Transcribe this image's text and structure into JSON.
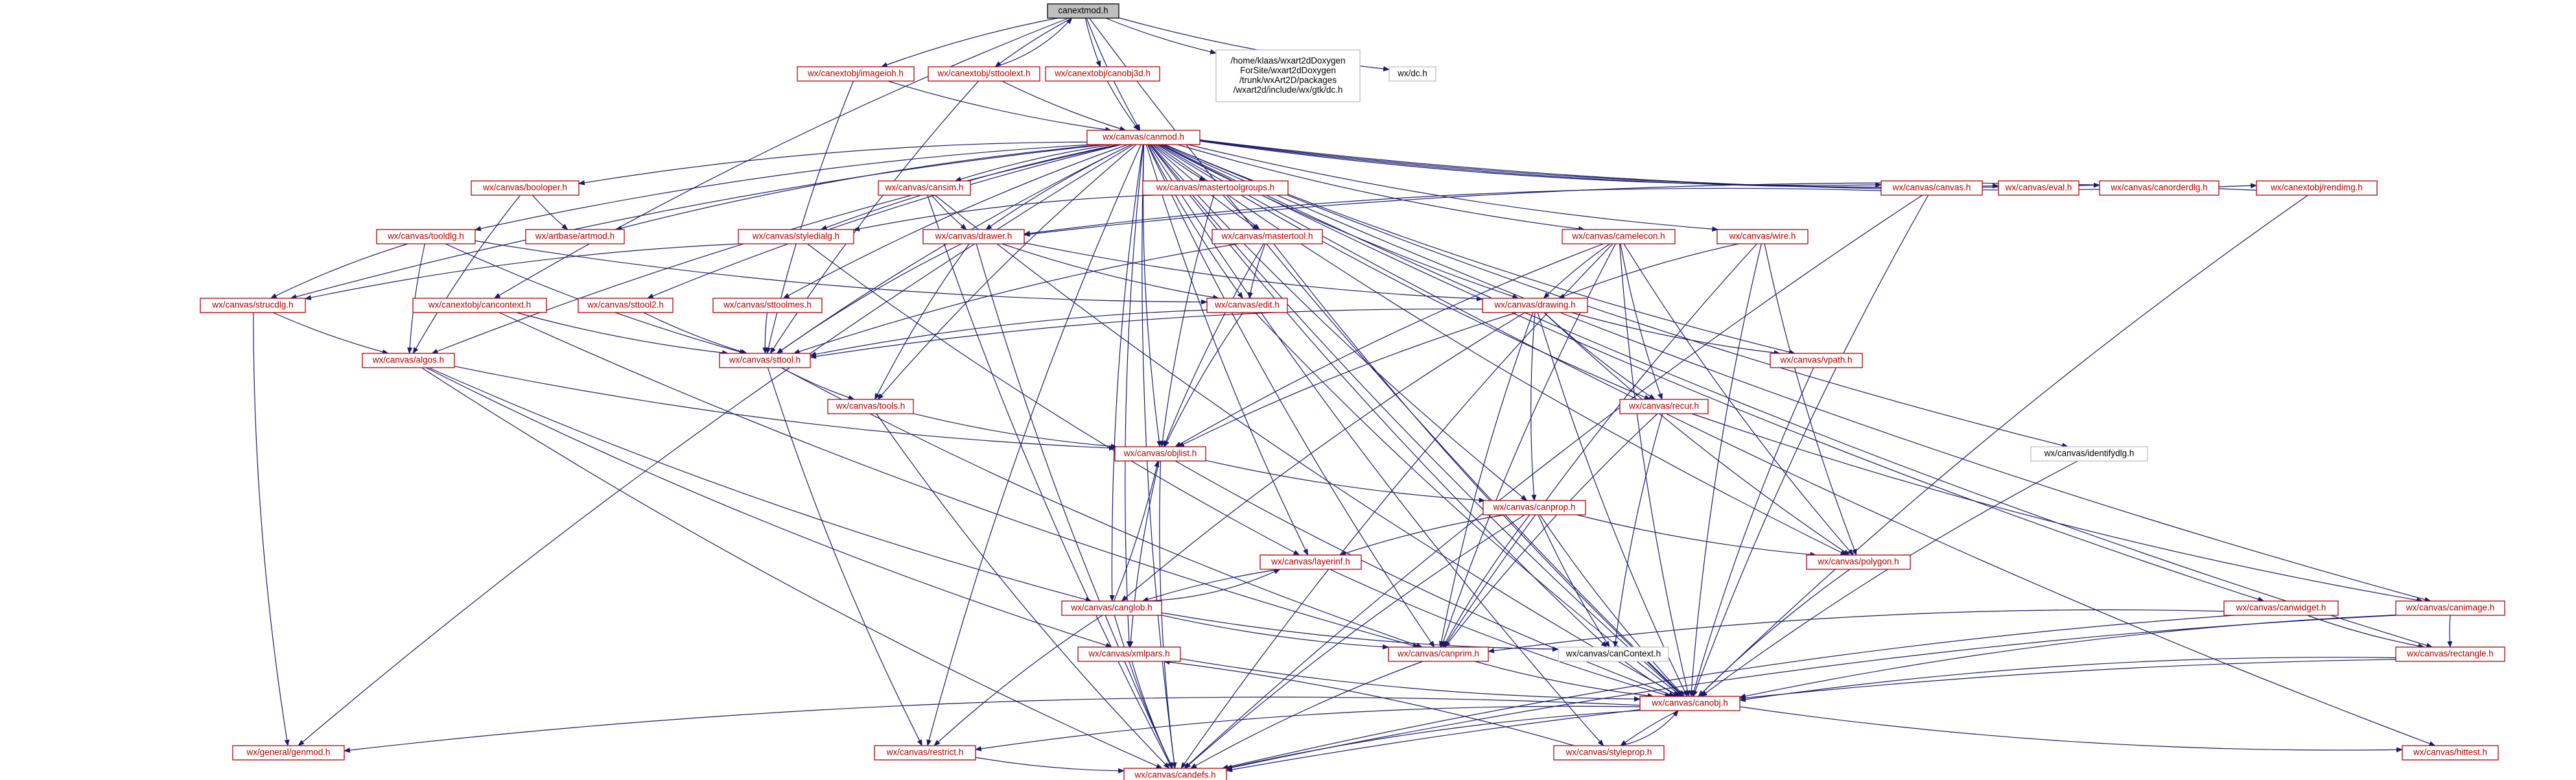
{
  "colors": {
    "edge": "#191970",
    "link_text": "#b20000",
    "plain_text": "#000000",
    "box_border": "#b20000",
    "plain_border": "#bfbfbf",
    "root_fill": "#bfbfbf",
    "root_border": "#000000"
  },
  "nodes": [
    {
      "id": "canextmod_h",
      "label": "canextmod.h",
      "kind": "root"
    },
    {
      "id": "canextobj_imageioh_h",
      "label": "wx/canextobj/imageioh.h",
      "kind": "link"
    },
    {
      "id": "canextobj_sttoolext_h",
      "label": "wx/canextobj/sttoolext.h",
      "kind": "link"
    },
    {
      "id": "canextobj_canobj3d_h",
      "label": "wx/canextobj/canobj3d.h",
      "kind": "link"
    },
    {
      "id": "gtk_dc_path",
      "label": "/home/klaas/wxart2dDoxygen\nForSite/wxart2dDoxygen\n/trunk/wxArt2D/packages\n/wxart2d/include/wx/gtk/dc.h",
      "kind": "plain"
    },
    {
      "id": "wx_dc_h",
      "label": "wx/dc.h",
      "kind": "plain"
    },
    {
      "id": "canmod_h",
      "label": "wx/canvas/canmod.h",
      "kind": "link"
    },
    {
      "id": "booloper_h",
      "label": "wx/canvas/booloper.h",
      "kind": "link"
    },
    {
      "id": "cansim_h",
      "label": "wx/canvas/cansim.h",
      "kind": "link"
    },
    {
      "id": "mastertoolgroups_h",
      "label": "wx/canvas/mastertoolgroups.h",
      "kind": "link"
    },
    {
      "id": "canvas_h",
      "label": "wx/canvas/canvas.h",
      "kind": "link"
    },
    {
      "id": "eval_h",
      "label": "wx/canvas/eval.h",
      "kind": "link"
    },
    {
      "id": "canorderdlg_h",
      "label": "wx/canvas/canorderdlg.h",
      "kind": "link"
    },
    {
      "id": "rendimg_h",
      "label": "wx/canextobj/rendimg.h",
      "kind": "link"
    },
    {
      "id": "tooldlg_h",
      "label": "wx/canvas/tooldlg.h",
      "kind": "link"
    },
    {
      "id": "artmod_h",
      "label": "wx/artbase/artmod.h",
      "kind": "link"
    },
    {
      "id": "styledialg_h",
      "label": "wx/canvas/styledialg.h",
      "kind": "link"
    },
    {
      "id": "drawer_h",
      "label": "wx/canvas/drawer.h",
      "kind": "link"
    },
    {
      "id": "mastertool_h",
      "label": "wx/canvas/mastertool.h",
      "kind": "link"
    },
    {
      "id": "camelecon_h",
      "label": "wx/canvas/camelecon.h",
      "kind": "link"
    },
    {
      "id": "wire_h",
      "label": "wx/canvas/wire.h",
      "kind": "link"
    },
    {
      "id": "strucdlg_h",
      "label": "wx/canvas/strucdlg.h",
      "kind": "link"
    },
    {
      "id": "canextobj_cancontext_h",
      "label": "wx/canextobj/cancontext.h",
      "kind": "link"
    },
    {
      "id": "sttool2_h",
      "label": "wx/canvas/sttool2.h",
      "kind": "link"
    },
    {
      "id": "sttoolmes_h",
      "label": "wx/canvas/sttoolmes.h",
      "kind": "link"
    },
    {
      "id": "edit_h",
      "label": "wx/canvas/edit.h",
      "kind": "link"
    },
    {
      "id": "drawing_h",
      "label": "wx/canvas/drawing.h",
      "kind": "link"
    },
    {
      "id": "algos_h",
      "label": "wx/canvas/algos.h",
      "kind": "link"
    },
    {
      "id": "sttool_h",
      "label": "wx/canvas/sttool.h",
      "kind": "link"
    },
    {
      "id": "vpath_h",
      "label": "wx/canvas/vpath.h",
      "kind": "link"
    },
    {
      "id": "tools_h",
      "label": "wx/canvas/tools.h",
      "kind": "link"
    },
    {
      "id": "recur_h",
      "label": "wx/canvas/recur.h",
      "kind": "link"
    },
    {
      "id": "identifydlg_h",
      "label": "wx/canvas/identifydlg.h",
      "kind": "plain"
    },
    {
      "id": "objlist_h",
      "label": "wx/canvas/objlist.h",
      "kind": "link"
    },
    {
      "id": "canprop_h",
      "label": "wx/canvas/canprop.h",
      "kind": "link"
    },
    {
      "id": "layerinf_h",
      "label": "wx/canvas/layerinf.h",
      "kind": "link"
    },
    {
      "id": "polygon_h",
      "label": "wx/canvas/polygon.h",
      "kind": "link"
    },
    {
      "id": "canglob_h",
      "label": "wx/canvas/canglob.h",
      "kind": "link"
    },
    {
      "id": "canwidget_h",
      "label": "wx/canvas/canwidget.h",
      "kind": "link"
    },
    {
      "id": "canimage_h",
      "label": "wx/canvas/canimage.h",
      "kind": "link"
    },
    {
      "id": "xmlpars_h",
      "label": "wx/canvas/xmlpars.h",
      "kind": "link"
    },
    {
      "id": "canprim_h",
      "label": "wx/canvas/canprim.h",
      "kind": "link"
    },
    {
      "id": "cancontext_h",
      "label": "wx/canvas/canContext.h",
      "kind": "plain"
    },
    {
      "id": "rectangle_h",
      "label": "wx/canvas/rectangle.h",
      "kind": "link"
    },
    {
      "id": "canobj_h",
      "label": "wx/canvas/canobj.h",
      "kind": "link"
    },
    {
      "id": "genmod_h",
      "label": "wx/general/genmod.h",
      "kind": "link"
    },
    {
      "id": "restrict_h",
      "label": "wx/canvas/restrict.h",
      "kind": "link"
    },
    {
      "id": "styleprop_h",
      "label": "wx/canvas/styleprop.h",
      "kind": "link"
    },
    {
      "id": "hittest_h",
      "label": "wx/canvas/hittest.h",
      "kind": "link"
    },
    {
      "id": "candefs_h",
      "label": "wx/canvas/candefs.h",
      "kind": "link"
    }
  ],
  "edges": [
    [
      "canextmod_h",
      "canextobj_imageioh_h"
    ],
    [
      "canextmod_h",
      "canextobj_sttoolext_h"
    ],
    [
      "canextmod_h",
      "canextobj_canobj3d_h"
    ],
    [
      "canextmod_h",
      "gtk_dc_path"
    ],
    [
      "canextmod_h",
      "wx_dc_h"
    ],
    [
      "canextmod_h",
      "canmod_h"
    ],
    [
      "canextmod_h",
      "canextobj_cancontext_h"
    ],
    [
      "canextmod_h",
      "canobj_h"
    ],
    [
      "canextobj_sttoolext_h",
      "canextmod_h"
    ],
    [
      "canextobj_sttoolext_h",
      "canmod_h"
    ],
    [
      "canextobj_sttoolext_h",
      "sttool_h"
    ],
    [
      "canextobj_imageioh_h",
      "canmod_h"
    ],
    [
      "canextobj_imageioh_h",
      "sttool_h"
    ],
    [
      "canextobj_canobj3d_h",
      "canmod_h"
    ],
    [
      "canmod_h",
      "booloper_h"
    ],
    [
      "canmod_h",
      "cansim_h"
    ],
    [
      "canmod_h",
      "mastertoolgroups_h"
    ],
    [
      "canmod_h",
      "canvas_h"
    ],
    [
      "canmod_h",
      "eval_h"
    ],
    [
      "canmod_h",
      "canorderdlg_h"
    ],
    [
      "canmod_h",
      "rendimg_h"
    ],
    [
      "canmod_h",
      "tooldlg_h"
    ],
    [
      "canmod_h",
      "artmod_h"
    ],
    [
      "canmod_h",
      "styledialg_h"
    ],
    [
      "canmod_h",
      "drawer_h"
    ],
    [
      "canmod_h",
      "mastertool_h"
    ],
    [
      "canmod_h",
      "camelecon_h"
    ],
    [
      "canmod_h",
      "wire_h"
    ],
    [
      "canmod_h",
      "strucdlg_h"
    ],
    [
      "canmod_h",
      "sttool2_h"
    ],
    [
      "canmod_h",
      "sttoolmes_h"
    ],
    [
      "canmod_h",
      "edit_h"
    ],
    [
      "canmod_h",
      "drawing_h"
    ],
    [
      "canmod_h",
      "algos_h"
    ],
    [
      "canmod_h",
      "sttool_h"
    ],
    [
      "canmod_h",
      "vpath_h"
    ],
    [
      "canmod_h",
      "tools_h"
    ],
    [
      "canmod_h",
      "recur_h"
    ],
    [
      "canmod_h",
      "identifydlg_h"
    ],
    [
      "canmod_h",
      "objlist_h"
    ],
    [
      "canmod_h",
      "canprop_h"
    ],
    [
      "canmod_h",
      "layerinf_h"
    ],
    [
      "canmod_h",
      "polygon_h"
    ],
    [
      "canmod_h",
      "canglob_h"
    ],
    [
      "canmod_h",
      "canwidget_h"
    ],
    [
      "canmod_h",
      "canimage_h"
    ],
    [
      "canmod_h",
      "xmlpars_h"
    ],
    [
      "canmod_h",
      "canprim_h"
    ],
    [
      "canmod_h",
      "cancontext_h"
    ],
    [
      "canmod_h",
      "rectangle_h"
    ],
    [
      "canmod_h",
      "canobj_h"
    ],
    [
      "canmod_h",
      "genmod_h"
    ],
    [
      "canmod_h",
      "restrict_h"
    ],
    [
      "canmod_h",
      "styleprop_h"
    ],
    [
      "canmod_h",
      "hittest_h"
    ],
    [
      "canmod_h",
      "candefs_h"
    ],
    [
      "booloper_h",
      "artmod_h"
    ],
    [
      "booloper_h",
      "algos_h"
    ],
    [
      "cansim_h",
      "drawer_h"
    ],
    [
      "cansim_h",
      "canobj_h"
    ],
    [
      "cansim_h",
      "candefs_h"
    ],
    [
      "mastertoolgroups_h",
      "styledialg_h"
    ],
    [
      "mastertoolgroups_h",
      "mastertool_h"
    ],
    [
      "mastertoolgroups_h",
      "objlist_h"
    ],
    [
      "canvas_h",
      "drawer_h"
    ],
    [
      "canvas_h",
      "canobj_h"
    ],
    [
      "canvas_h",
      "candefs_h"
    ],
    [
      "rendimg_h",
      "drawer_h"
    ],
    [
      "rendimg_h",
      "canobj_h"
    ],
    [
      "tooldlg_h",
      "strucdlg_h"
    ],
    [
      "tooldlg_h",
      "edit_h"
    ],
    [
      "tooldlg_h",
      "sttool_h"
    ],
    [
      "tooldlg_h",
      "algos_h"
    ],
    [
      "styledialg_h",
      "strucdlg_h"
    ],
    [
      "styledialg_h",
      "layerinf_h"
    ],
    [
      "drawer_h",
      "edit_h"
    ],
    [
      "drawer_h",
      "drawing_h"
    ],
    [
      "drawer_h",
      "sttool_h"
    ],
    [
      "drawer_h",
      "tools_h"
    ],
    [
      "drawer_h",
      "candefs_h"
    ],
    [
      "mastertool_h",
      "edit_h"
    ],
    [
      "mastertool_h",
      "sttool_h"
    ],
    [
      "mastertool_h",
      "objlist_h"
    ],
    [
      "mastertool_h",
      "canobj_h"
    ],
    [
      "camelecon_h",
      "drawing_h"
    ],
    [
      "camelecon_h",
      "recur_h"
    ],
    [
      "camelecon_h",
      "objlist_h"
    ],
    [
      "camelecon_h",
      "canprim_h"
    ],
    [
      "camelecon_h",
      "polygon_h"
    ],
    [
      "camelecon_h",
      "canobj_h"
    ],
    [
      "camelecon_h",
      "candefs_h"
    ],
    [
      "wire_h",
      "drawing_h"
    ],
    [
      "wire_h",
      "polygon_h"
    ],
    [
      "wire_h",
      "canprim_h"
    ],
    [
      "wire_h",
      "canobj_h"
    ],
    [
      "strucdlg_h",
      "algos_h"
    ],
    [
      "strucdlg_h",
      "genmod_h"
    ],
    [
      "canextobj_cancontext_h",
      "sttool_h"
    ],
    [
      "canextobj_cancontext_h",
      "canprim_h"
    ],
    [
      "sttool2_h",
      "sttool_h"
    ],
    [
      "sttoolmes_h",
      "sttool_h"
    ],
    [
      "edit_h",
      "sttool_h"
    ],
    [
      "edit_h",
      "objlist_h"
    ],
    [
      "edit_h",
      "canobj_h"
    ],
    [
      "drawing_h",
      "sttool_h"
    ],
    [
      "drawing_h",
      "vpath_h"
    ],
    [
      "drawing_h",
      "recur_h"
    ],
    [
      "drawing_h",
      "objlist_h"
    ],
    [
      "drawing_h",
      "canprop_h"
    ],
    [
      "drawing_h",
      "polygon_h"
    ],
    [
      "drawing_h",
      "canglob_h"
    ],
    [
      "drawing_h",
      "canprim_h"
    ],
    [
      "drawing_h",
      "canobj_h"
    ],
    [
      "algos_h",
      "objlist_h"
    ],
    [
      "algos_h",
      "canglob_h"
    ],
    [
      "algos_h",
      "xmlpars_h"
    ],
    [
      "algos_h",
      "candefs_h"
    ],
    [
      "sttool_h",
      "tools_h"
    ],
    [
      "sttool_h",
      "canprim_h"
    ],
    [
      "sttool_h",
      "restrict_h"
    ],
    [
      "vpath_h",
      "canobj_h"
    ],
    [
      "tools_h",
      "objlist_h"
    ],
    [
      "tools_h",
      "candefs_h"
    ],
    [
      "recur_h",
      "cancontext_h"
    ],
    [
      "recur_h",
      "canprim_h"
    ],
    [
      "recur_h",
      "canimage_h"
    ],
    [
      "identifydlg_h",
      "canobj_h"
    ],
    [
      "objlist_h",
      "canprop_h"
    ],
    [
      "objlist_h",
      "xmlpars_h"
    ],
    [
      "objlist_h",
      "canobj_h"
    ],
    [
      "objlist_h",
      "candefs_h"
    ],
    [
      "canprop_h",
      "layerinf_h"
    ],
    [
      "canprop_h",
      "polygon_h"
    ],
    [
      "canprop_h",
      "canprim_h"
    ],
    [
      "canprop_h",
      "cancontext_h"
    ],
    [
      "canprop_h",
      "canobj_h"
    ],
    [
      "canprop_h",
      "candefs_h"
    ],
    [
      "layerinf_h",
      "canglob_h"
    ],
    [
      "layerinf_h",
      "canobj_h"
    ],
    [
      "polygon_h",
      "canobj_h"
    ],
    [
      "canglob_h",
      "layerinf_h"
    ],
    [
      "canglob_h",
      "objlist_h"
    ],
    [
      "canglob_h",
      "canprim_h"
    ],
    [
      "canglob_h",
      "cancontext_h"
    ],
    [
      "canglob_h",
      "restrict_h"
    ],
    [
      "canglob_h",
      "candefs_h"
    ],
    [
      "canwidget_h",
      "canprim_h"
    ],
    [
      "canwidget_h",
      "rectangle_h"
    ],
    [
      "canwidget_h",
      "candefs_h"
    ],
    [
      "canimage_h",
      "rectangle_h"
    ],
    [
      "canimage_h",
      "canobj_h"
    ],
    [
      "canimage_h",
      "candefs_h"
    ],
    [
      "xmlpars_h",
      "canobj_h"
    ],
    [
      "xmlpars_h",
      "candefs_h"
    ],
    [
      "canprim_h",
      "canobj_h"
    ],
    [
      "canprim_h",
      "candefs_h"
    ],
    [
      "cancontext_h",
      "canobj_h"
    ],
    [
      "rectangle_h",
      "canobj_h"
    ],
    [
      "rectangle_h",
      "candefs_h"
    ],
    [
      "canobj_h",
      "genmod_h"
    ],
    [
      "canobj_h",
      "restrict_h"
    ],
    [
      "canobj_h",
      "styleprop_h"
    ],
    [
      "canobj_h",
      "hittest_h"
    ],
    [
      "canobj_h",
      "candefs_h"
    ],
    [
      "styleprop_h",
      "canobj_h"
    ],
    [
      "styleprop_h",
      "xmlpars_h"
    ],
    [
      "restrict_h",
      "candefs_h"
    ]
  ]
}
